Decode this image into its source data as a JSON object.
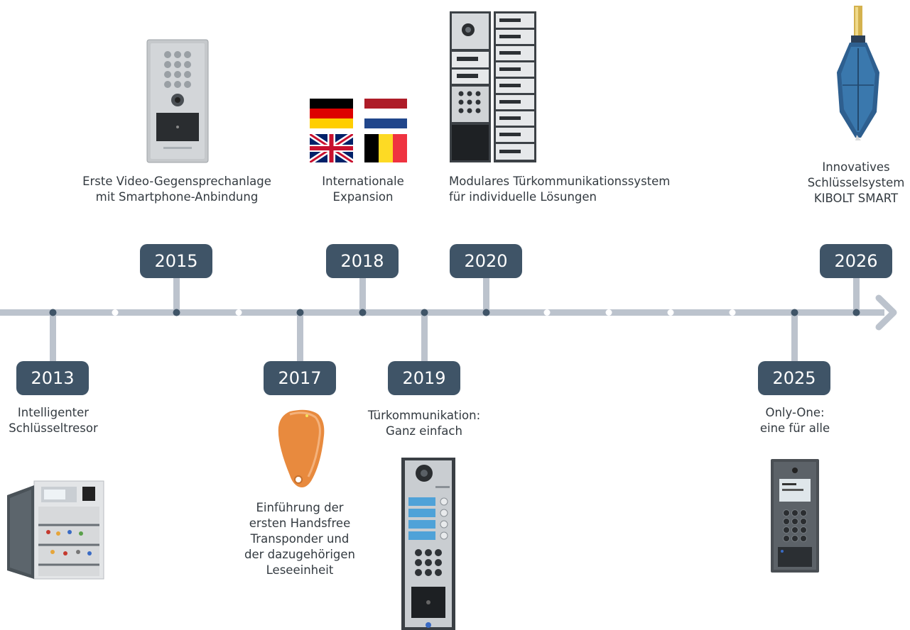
{
  "milestones": [
    {
      "year": "2013",
      "lines": [
        "Intelligenter",
        "Schlüsseltresor"
      ],
      "image": "key-safe-cabinet"
    },
    {
      "year": "2015",
      "lines": [
        "Erste Video-Gegensprechanlage",
        "mit Smartphone-Anbindung"
      ],
      "image": "video-intercom-panel"
    },
    {
      "year": "2017",
      "lines": [
        "Einführung der",
        "ersten Handsfree",
        "Transponder und",
        "der dazugehörigen",
        "Leseeinheit"
      ],
      "image": "orange-transponder-fob"
    },
    {
      "year": "2018",
      "lines": [
        "Internationale",
        "Expansion"
      ],
      "image": "country-flags"
    },
    {
      "year": "2019",
      "lines": [
        "Türkommunikation:",
        "Ganz einfach"
      ],
      "image": "door-station-panel"
    },
    {
      "year": "2020",
      "lines": [
        "Modulares Türkommunikationssystem",
        "für individuelle Lösungen"
      ],
      "image": "modular-door-system"
    },
    {
      "year": "2025",
      "lines": [
        "Only-One:",
        "eine für alle"
      ],
      "image": "only-one-panel"
    },
    {
      "year": "2026",
      "lines": [
        "Innovatives",
        "Schlüsselsystem",
        "KIBOLT SMART"
      ],
      "image": "kibolt-smart-key"
    }
  ],
  "colors": {
    "axis": "#bcc3cd",
    "dot": "#3f5467",
    "badge": "#3f5467",
    "badge_text": "#ffffff",
    "text": "#333a40"
  },
  "flags": [
    "germany-flag",
    "netherlands-flag",
    "united-kingdom-flag",
    "belgium-flag"
  ]
}
